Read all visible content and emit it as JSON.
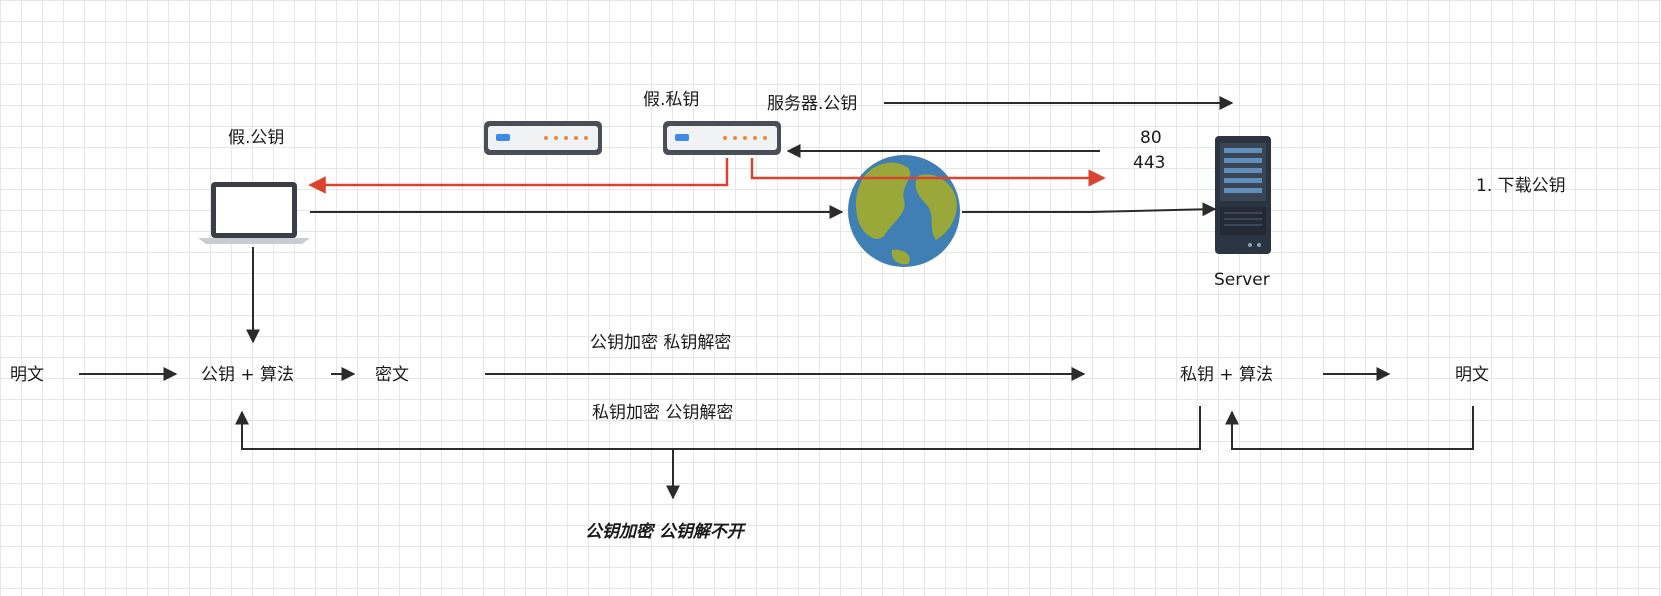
{
  "labels": {
    "fake_public_key": "假.公钥",
    "fake_private_key": "假.私钥",
    "server_public_key": "服务器.公钥",
    "port_80": "80",
    "port_443": "443",
    "step_download": "1. 下载公钥",
    "server": "Server",
    "plaintext_left": "明文",
    "pubkey_algo": "公钥 + 算法",
    "ciphertext": "密文",
    "pub_encrypt_priv_decrypt": "公钥加密  私钥解密",
    "priv_encrypt_pub_decrypt": "私钥加密 公钥解密",
    "privkey_algo": "私钥 + 算法",
    "plaintext_right": "明文",
    "conclusion": "公钥加密 公钥解不开"
  },
  "colors": {
    "arrow_dark": "#2b2b2b",
    "arrow_red": "#d9432f",
    "router_body": "#4a4e57",
    "router_led_blue": "#3d8be8",
    "router_led_orange": "#e8893d",
    "globe_ocean": "#3f7fb3",
    "globe_land": "#9aa83a",
    "server_body": "#2b3441",
    "server_screen": "#5f8fb8"
  },
  "icons": [
    "laptop-icon",
    "router-icon",
    "router-icon",
    "globe-icon",
    "server-icon"
  ]
}
